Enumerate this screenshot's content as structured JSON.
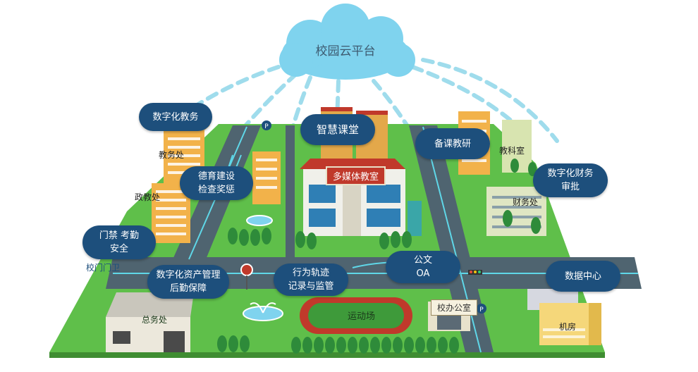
{
  "cloud": {
    "title": "校园云平台"
  },
  "bubbles": {
    "digital_academic": "数字化教务",
    "smart_classroom": "智慧课堂",
    "lesson_prep": "备课教研",
    "moral_line1": "德育建设",
    "moral_line2": "检查奖惩",
    "gate_line1": "门禁 考勤",
    "gate_line2": "安全",
    "asset_line1": "数字化资产管理",
    "asset_line2": "后勤保障",
    "track_line1": "行为轨迹",
    "track_line2": "记录与监管",
    "doc_line1": "公文",
    "doc_line2": "OA",
    "finance_line1": "数字化财务",
    "finance_line2": "审批",
    "datacenter": "数据中心"
  },
  "labels": {
    "academic_office": "教务处",
    "political_office": "政教处",
    "school_gate": "校门门卫",
    "general_affairs": "总务处",
    "multimedia": "多媒体教室",
    "sports_field": "运动场",
    "principal_office": "校办公室",
    "research_office": "教科室",
    "finance_office": "财务处",
    "machine_room": "机房"
  },
  "icons": [
    "cloud-icon",
    "parking-icon",
    "stop-sign-icon",
    "fountain-icon",
    "traffic-light-icon"
  ],
  "colors": {
    "bubble": "#1d4f7c",
    "grass": "#5fbf4a",
    "road": "#4f6470",
    "road_line": "#5fd7e8",
    "cloud": "#7fd3ee",
    "dash": "#9fdcec",
    "building": "#f2b24a",
    "track": "#c0392b",
    "field": "#3e9a3a"
  }
}
